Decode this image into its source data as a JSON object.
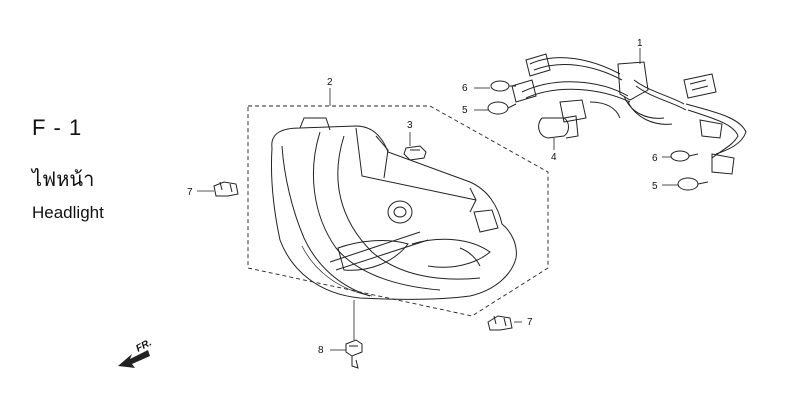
{
  "header": {
    "code": "F - 1",
    "title_thai": "ไฟหน้า",
    "title_english": "Headlight"
  },
  "direction": {
    "label": "FR."
  },
  "callouts": [
    "1",
    "2",
    "3",
    "4",
    "5",
    "6",
    "5",
    "6",
    "7",
    "7",
    "8"
  ]
}
